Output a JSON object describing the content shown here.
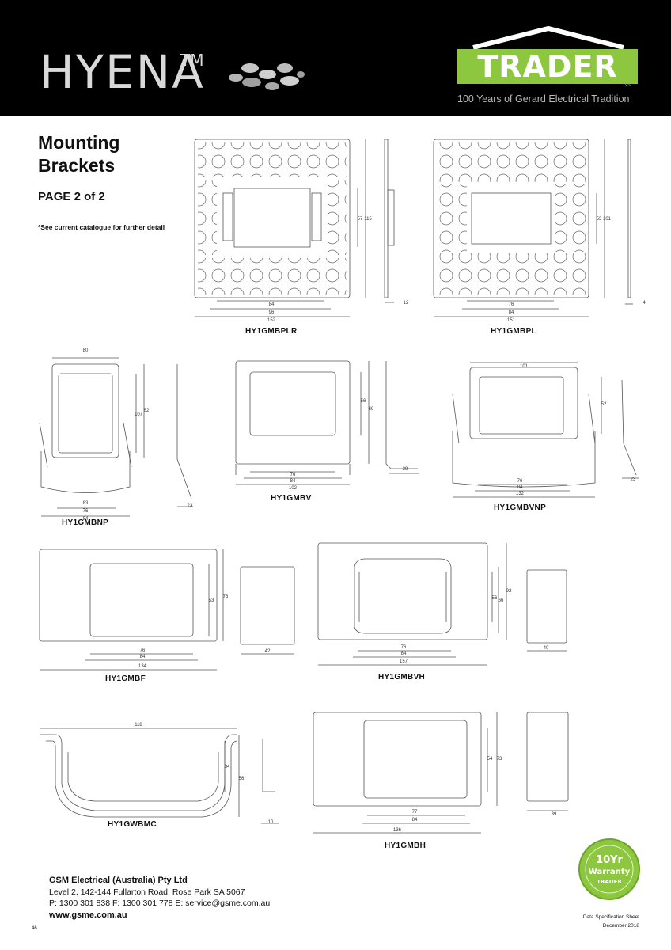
{
  "header": {
    "brand": "HYENA",
    "brand_tm": "TM",
    "trader_logo": "TRADER",
    "trader_reg": "®",
    "trader_tagline": "100 Years of Gerard Electrical Tradition",
    "colors": {
      "background": "#000000",
      "trader_green": "#8dc63f",
      "brand_grey": "#d9d9d9"
    }
  },
  "page": {
    "title_line1": "Mounting",
    "title_line2": "Brackets",
    "page_of": "PAGE 2 of 2",
    "note": "*See current catalogue for further detail"
  },
  "drawings": [
    {
      "code": "HY1GMBPLR",
      "dims": [
        "84",
        "96",
        "152",
        "57",
        "115",
        "12"
      ]
    },
    {
      "code": "HY1GMBPL",
      "dims": [
        "76",
        "84",
        "151",
        "53",
        "101",
        "4"
      ]
    },
    {
      "code": "HY1GMBNP",
      "dims": [
        "80",
        "76",
        "84",
        "107",
        "82",
        "83",
        "23"
      ]
    },
    {
      "code": "HY1GMBV",
      "dims": [
        "76",
        "84",
        "102",
        "56",
        "69",
        "39"
      ]
    },
    {
      "code": "HY1GMBVNP",
      "dims": [
        "101",
        "76",
        "84",
        "132",
        "52",
        "23"
      ]
    },
    {
      "code": "HY1GMBF",
      "dims": [
        "76",
        "84",
        "134",
        "53",
        "76",
        "42"
      ]
    },
    {
      "code": "HY1GMBVH",
      "dims": [
        "76",
        "84",
        "157",
        "56",
        "66",
        "92",
        "40"
      ]
    },
    {
      "code": "HY1GWBMC",
      "dims": [
        "118",
        "34",
        "56",
        "10"
      ]
    },
    {
      "code": "HY1GMBH",
      "dims": [
        "77",
        "84",
        "136",
        "54",
        "73",
        "39"
      ]
    }
  ],
  "footer": {
    "company": "GSM Electrical (Australia) Pty Ltd",
    "address": "Level 2, 142-144 Fullarton Road, Rose Park SA 5067",
    "contact": "P: 1300 301 838  F: 1300 301 778  E: service@gsme.com.au",
    "website": "www.gsme.com.au",
    "page_number": "46",
    "sheet_line1": "Data Specification Sheet",
    "sheet_line2": "December 2018",
    "seal_line1": "10Yr",
    "seal_line2": "Warranty",
    "seal_line3": "TRADER"
  }
}
